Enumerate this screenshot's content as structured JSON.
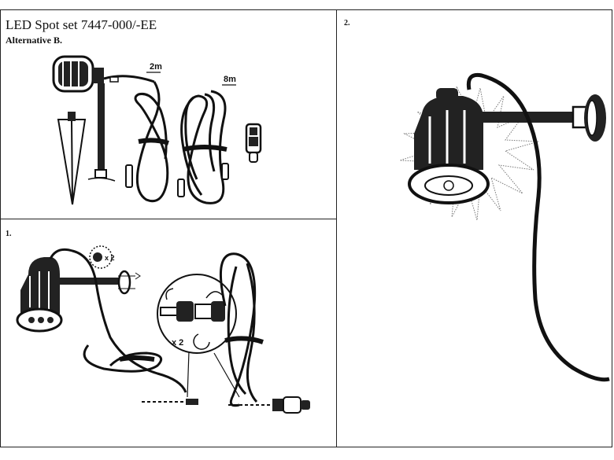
{
  "header": {
    "title": "LED Spot set 7447-000/-EE",
    "subtitle": "Alternative B."
  },
  "panel_parts": {
    "cable_short_label": "2m",
    "cable_long_label": "8m"
  },
  "panel_step1": {
    "number": "1.",
    "screw_count_label": "x 2",
    "connector_count_label": "x 2"
  },
  "panel_step2": {
    "number": "2."
  }
}
